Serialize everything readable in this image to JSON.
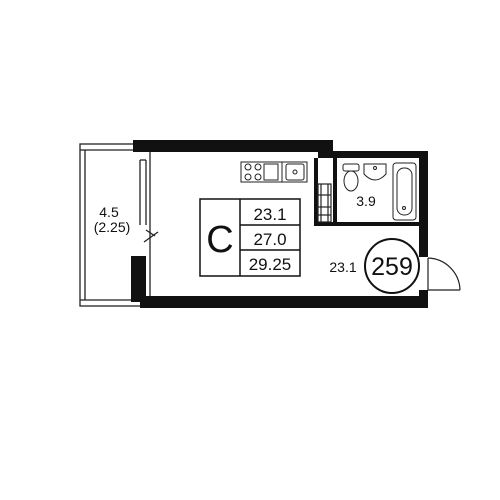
{
  "unit": {
    "type_letter": "C",
    "area_living": "23.1",
    "area_total": "27.0",
    "area_total_with_balcony": "29.25",
    "number": "259"
  },
  "rooms": {
    "balcony_area": "4.5",
    "balcony_area_reduced": "(2.25)",
    "bathroom_area": "3.9",
    "main_room_area": "23.1"
  },
  "colors": {
    "wall": "#111111",
    "line": "#222222",
    "background": "#ffffff"
  }
}
